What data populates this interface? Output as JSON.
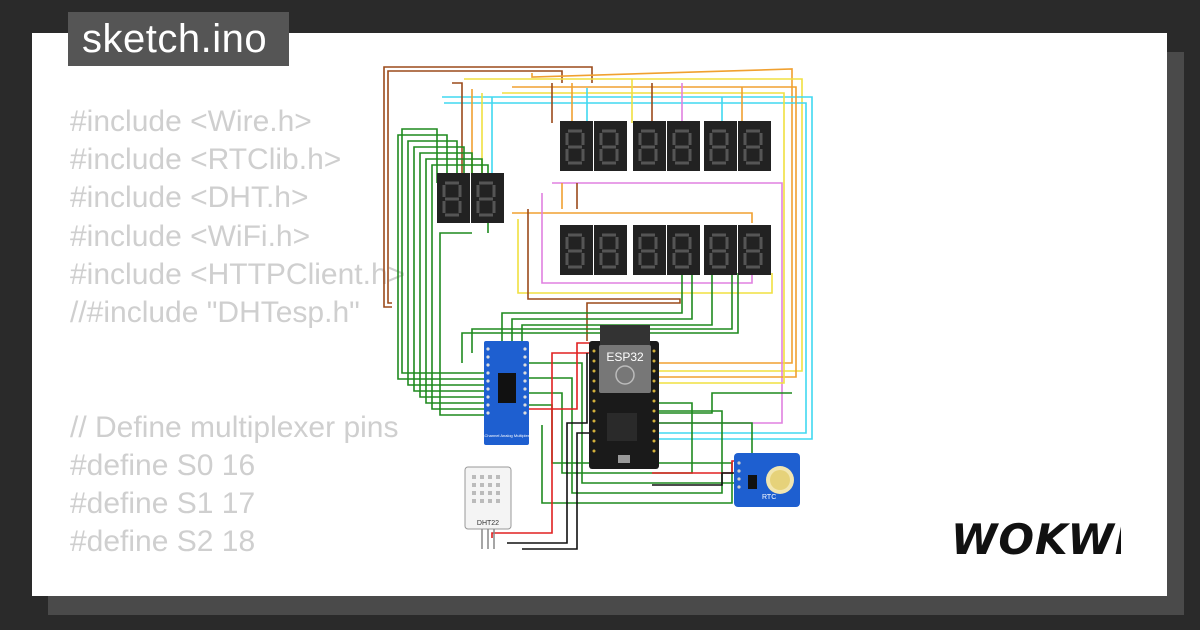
{
  "title": "sketch.ino",
  "code_lines": [
    "#include <Wire.h>",
    "#include <RTClib.h>",
    "#include <DHT.h>",
    "#include <WiFi.h>",
    "#include <HTTPClient.h>",
    "//#include \"DHTesp.h\"",
    "",
    "",
    "// Define multiplexer pins",
    "#define S0 16",
    "#define S1 17",
    "#define S2 18"
  ],
  "components": {
    "esp32_label": "ESP32",
    "dht_label": "DHT22",
    "rtc_label": "RTC",
    "mux_label": "16-Channel Analog Multiplexer"
  },
  "brand": {
    "logo_text": "WOKWI"
  },
  "colors": {
    "background": "#2a2a2a",
    "card": "#ffffff",
    "code_text": "#cfcfcf",
    "wire_green": "#1f8a1f",
    "wire_orange": "#f0a030",
    "wire_yellow": "#f0e040",
    "wire_cyan": "#40d8f0",
    "wire_brown": "#9b4a1a",
    "wire_pink": "#e080e0",
    "wire_red": "#e02020",
    "wire_black": "#111111"
  }
}
